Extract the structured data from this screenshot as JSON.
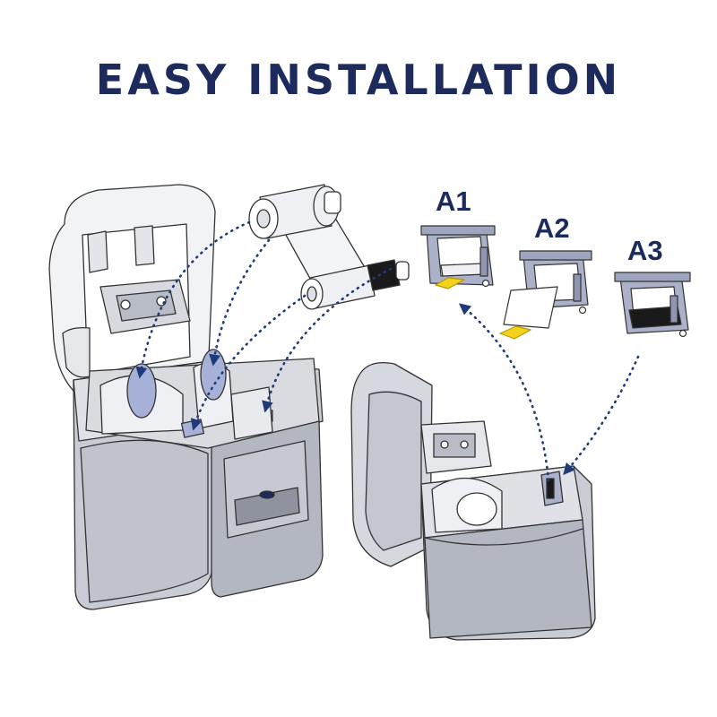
{
  "title": "EASY INSTALLATION",
  "steps": {
    "a1": "A1",
    "a2": "A2",
    "a3": "A3"
  },
  "colors": {
    "title": "#1c2a5c",
    "dotted_arrow": "#1f3a78",
    "printer_body": "#c9ccd4",
    "printer_shade": "#aeb2bd",
    "cartridge": "#aab1c8",
    "ribbon_core_blue": "#a7b0d6",
    "black_roller": "#1a1a1a",
    "hint_arrow": "#f2d21a"
  },
  "icons": [
    "left-printer-open-icon",
    "right-printer-open-icon",
    "ribbon-roll-icon",
    "cartridge-a1-icon",
    "cartridge-a2-icon",
    "cartridge-a3-icon"
  ]
}
